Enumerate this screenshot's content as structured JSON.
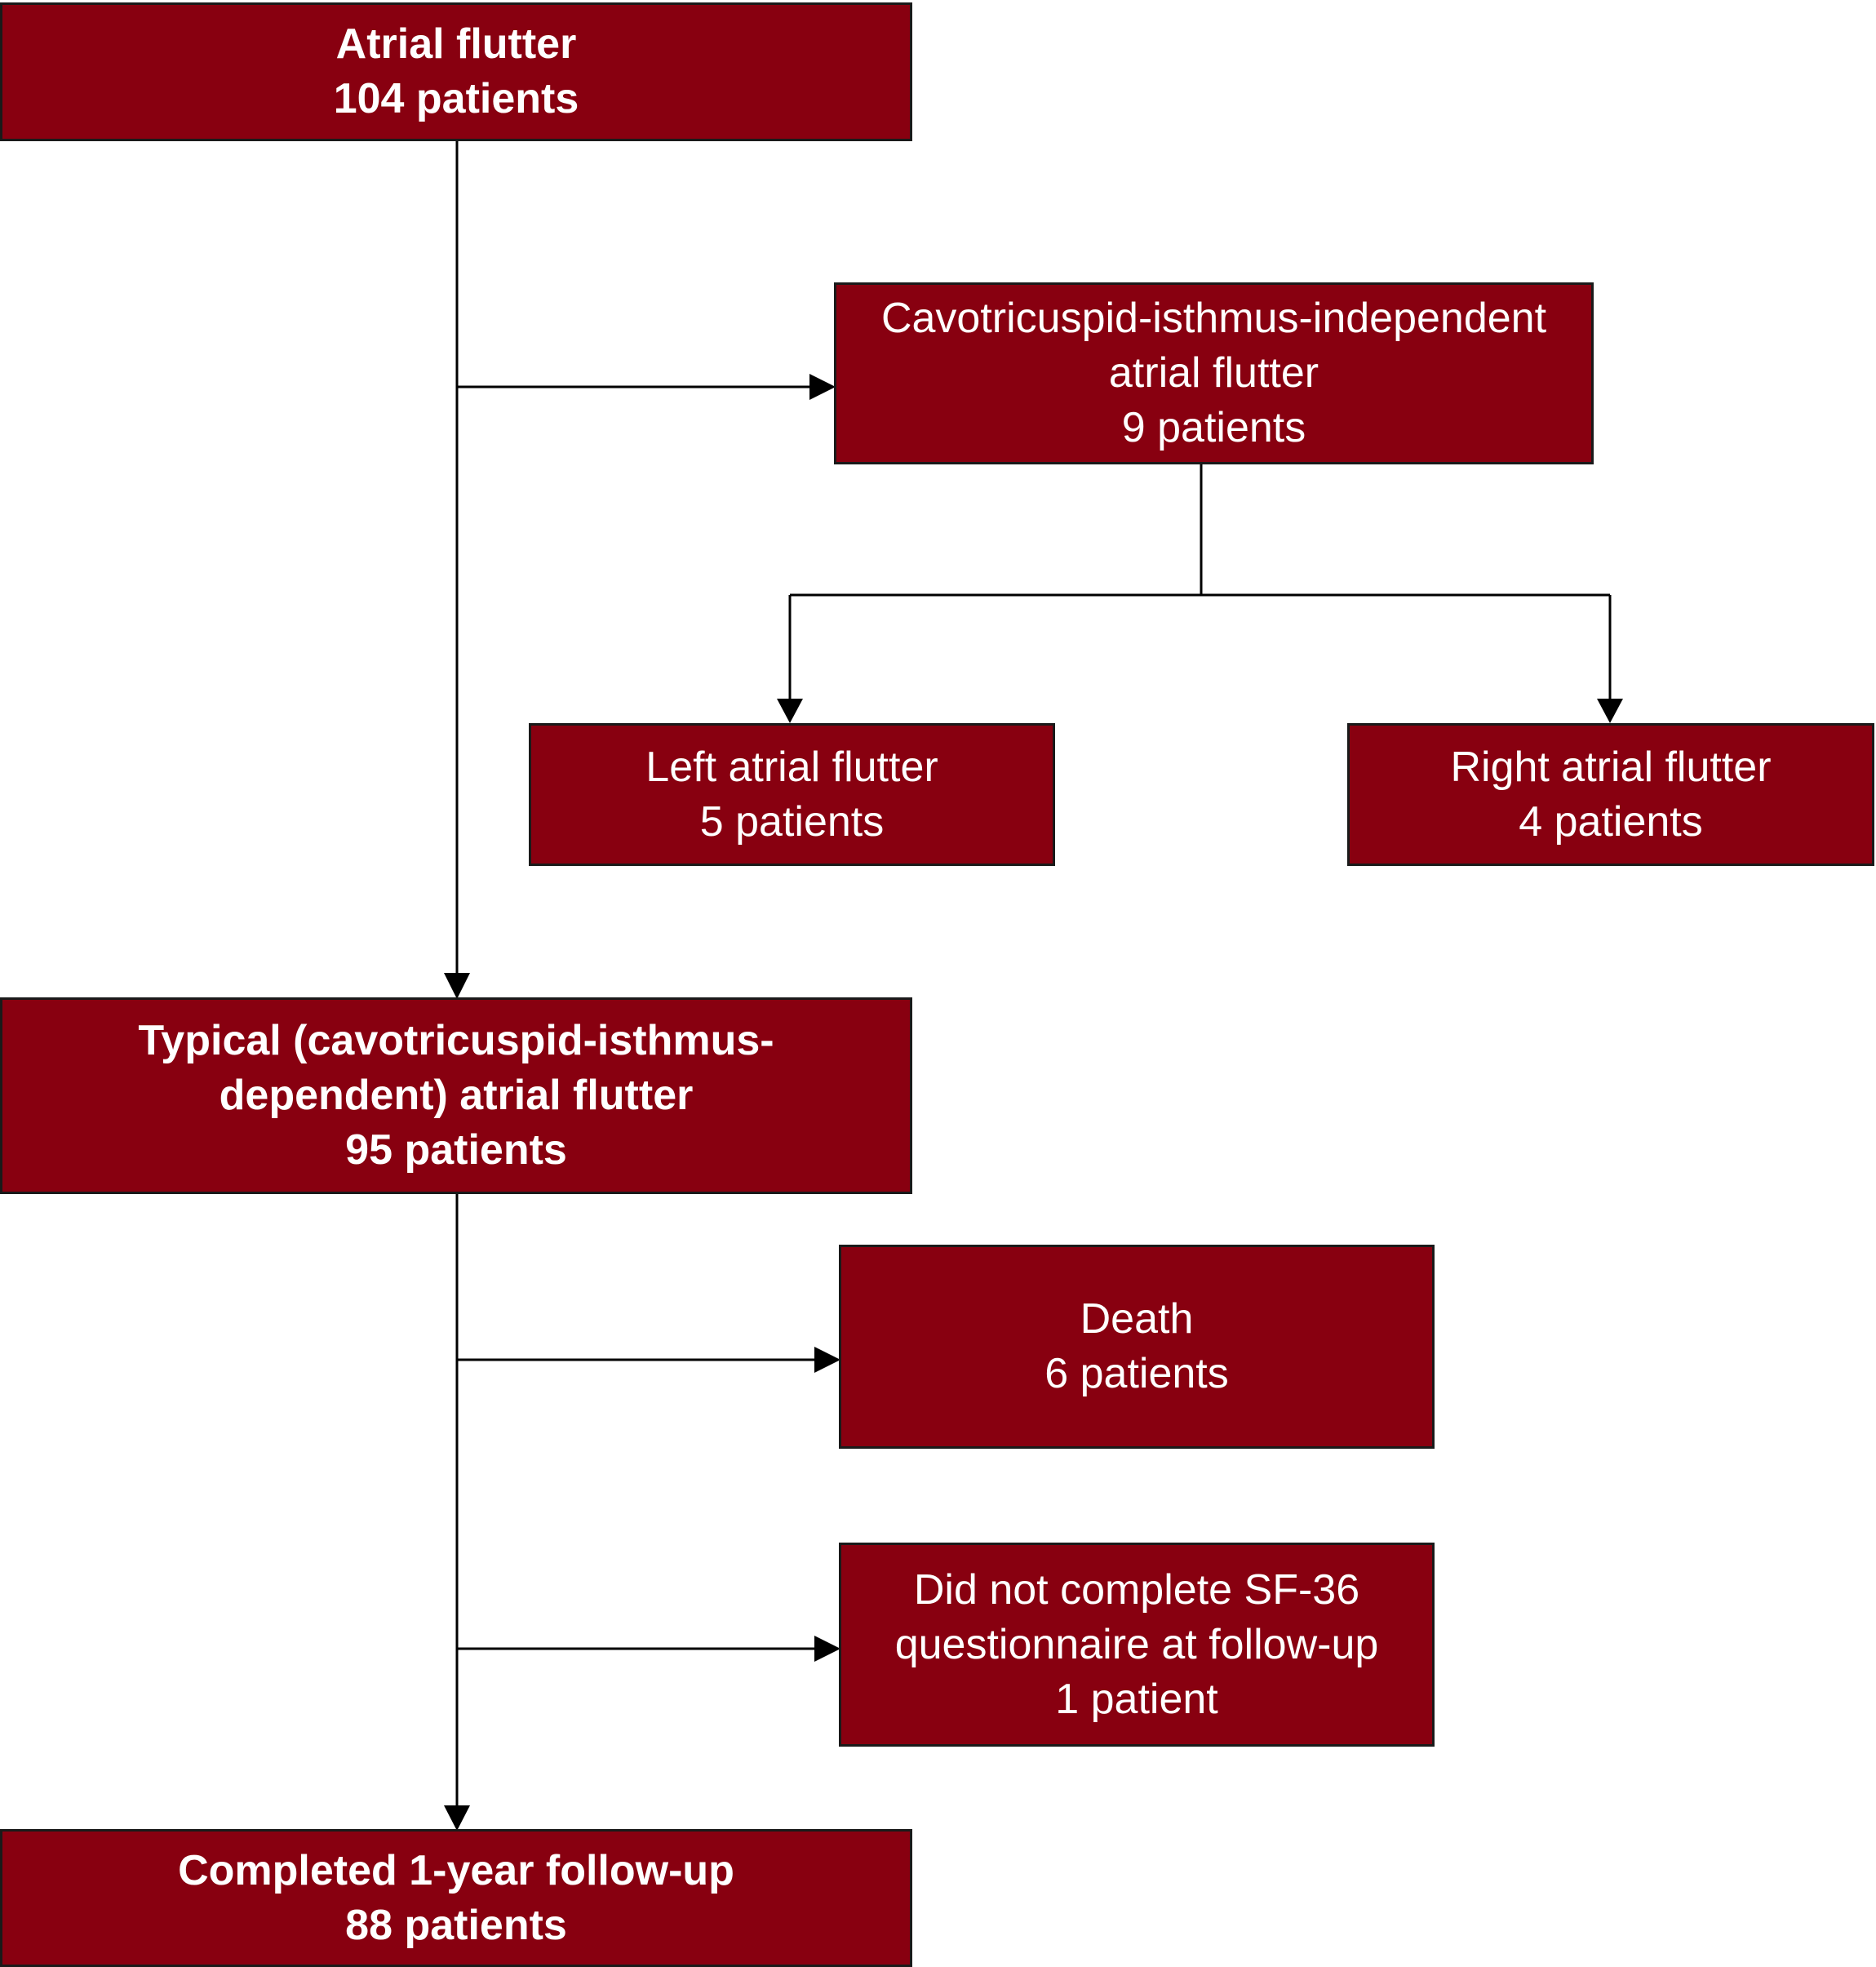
{
  "boxes": {
    "atrial_flutter": {
      "line1": "Atrial flutter",
      "line2": "104 patients"
    },
    "ctii": {
      "line1": "Cavotricuspid-isthmus-independent",
      "line2": "atrial flutter",
      "line3": "9 patients"
    },
    "left_af": {
      "line1": "Left atrial flutter",
      "line2": "5 patients"
    },
    "right_af": {
      "line1": "Right atrial flutter",
      "line2": "4 patients"
    },
    "typical": {
      "line1": "Typical (cavotricuspid-isthmus-",
      "line2": "dependent) atrial flutter",
      "line3": "95 patients"
    },
    "death": {
      "line1": "Death",
      "line2": "6 patients"
    },
    "sf36": {
      "line1": "Did not complete SF-36",
      "line2": "questionnaire at follow-up",
      "line3": "1 patient"
    },
    "completed": {
      "line1": "Completed 1-year follow-up",
      "line2": "88 patients"
    }
  },
  "colors": {
    "box_fill": "#880010",
    "box_text": "#ffffff",
    "connector": "#000000"
  }
}
